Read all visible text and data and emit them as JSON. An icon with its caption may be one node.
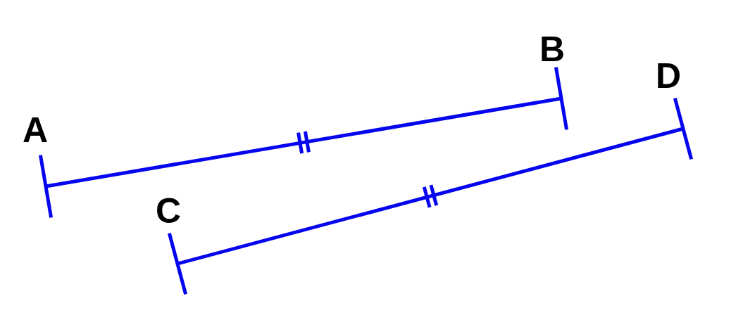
{
  "diagram": {
    "nodes": [
      {
        "text": [
          "A"
        ]
      },
      {
        "text": [
          "B"
        ]
      },
      {
        "text": [
          "C"
        ]
      },
      {
        "text": [
          "D"
        ]
      }
    ],
    "edges": [
      {
        "from": 0,
        "to": 1,
        "arrow": "other"
      },
      {
        "from": 2,
        "to": 3,
        "arrow": "other"
      }
    ]
  }
}
